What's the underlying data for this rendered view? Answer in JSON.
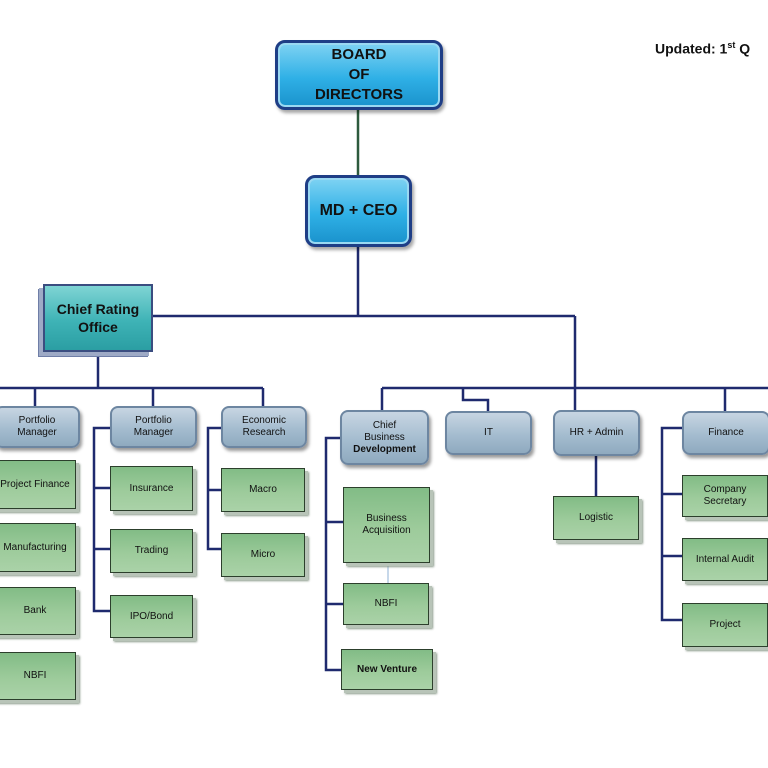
{
  "updated": {
    "prefix": "Updated: 1",
    "sup": "st",
    "suffix": " Q"
  },
  "colors": {
    "connector": "#1f2a6e",
    "stem": "#2d5a3d",
    "top_blue": "#2fb0e6",
    "rating_teal": "#3eb3b6",
    "dept_grey": "#a4bccf",
    "unit_green": "#9dcb9b"
  },
  "nodes": {
    "board": "BOARD\nOF\nDIRECTORS",
    "ceo": "MD + CEO",
    "cro": "Chief Rating\nOffice",
    "pm1": "Portfolio\nManager",
    "pm2": "Portfolio\nManager",
    "econ": "Economic\nResearch",
    "cbd_line1": "Chief\nBusiness",
    "cbd_line2": "Development",
    "it": "IT",
    "hr": "HR + Admin",
    "finance": "Finance",
    "project_finance": "Project Finance",
    "manufacturing": "Manufacturing",
    "bank": "Bank",
    "nbfi_left": "NBFI",
    "insurance": "Insurance",
    "trading": "Trading",
    "ipo_bond": "IPO/Bond",
    "macro": "Macro",
    "micro": "Micro",
    "business_acquisition": "Business\nAcquisition",
    "nbfi_bd": "NBFI",
    "new_venture": "New Venture",
    "logistic": "Logistic",
    "company_secretary": "Company\nSecretary",
    "internal_audit": "Internal Audit",
    "project": "Project"
  }
}
